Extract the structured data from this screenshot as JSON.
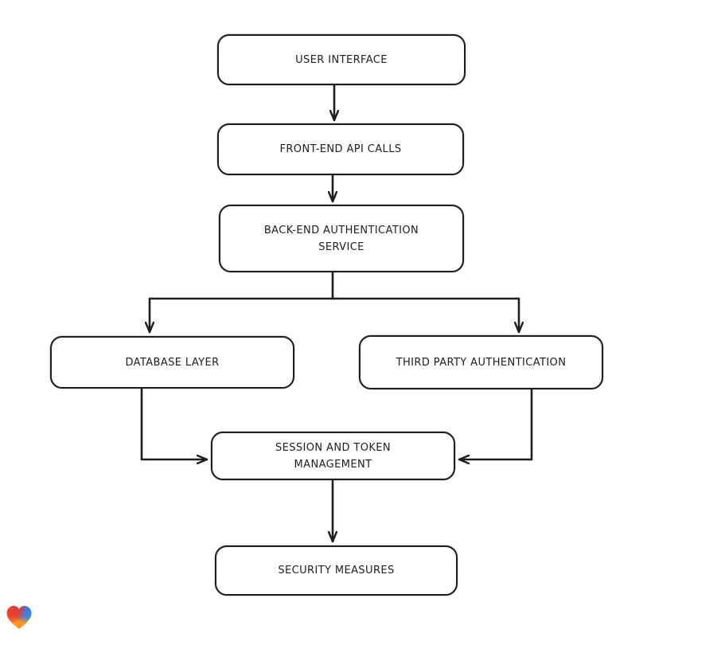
{
  "diagram": {
    "title": "authentication-flowchart",
    "background_color": "#ffffff",
    "stroke_color": "#1e1e1e",
    "node_fill_color": "#ffffff",
    "nodes": [
      {
        "id": "user-interface",
        "label": "USER INTERFACE"
      },
      {
        "id": "front-end-api-calls",
        "label": "FRONT-END API CALLS"
      },
      {
        "id": "back-end-authentication-service",
        "label": "BACK-END AUTHENTICATION SERVICE"
      },
      {
        "id": "database-layer",
        "label": "DATABASE LAYER"
      },
      {
        "id": "third-party-authentication",
        "label": "THIRD PARTY AUTHENTICATION"
      },
      {
        "id": "session-and-token-management",
        "label": "SESSION AND TOKEN MANAGEMENT"
      },
      {
        "id": "security-measures",
        "label": "SECURITY MEASURES"
      }
    ],
    "edges": [
      {
        "from": "user-interface",
        "to": "front-end-api-calls"
      },
      {
        "from": "front-end-api-calls",
        "to": "back-end-authentication-service"
      },
      {
        "from": "back-end-authentication-service",
        "to": "database-layer"
      },
      {
        "from": "back-end-authentication-service",
        "to": "third-party-authentication"
      },
      {
        "from": "database-layer",
        "to": "session-and-token-management"
      },
      {
        "from": "third-party-authentication",
        "to": "session-and-token-management"
      },
      {
        "from": "session-and-token-management",
        "to": "security-measures"
      }
    ]
  },
  "branding": {
    "logo": "gradient-heart-logo",
    "colors": {
      "red": "#e83a30",
      "blue": "#2f7df6",
      "teal": "#3ecf8e",
      "orange": "#ff9b21"
    }
  }
}
